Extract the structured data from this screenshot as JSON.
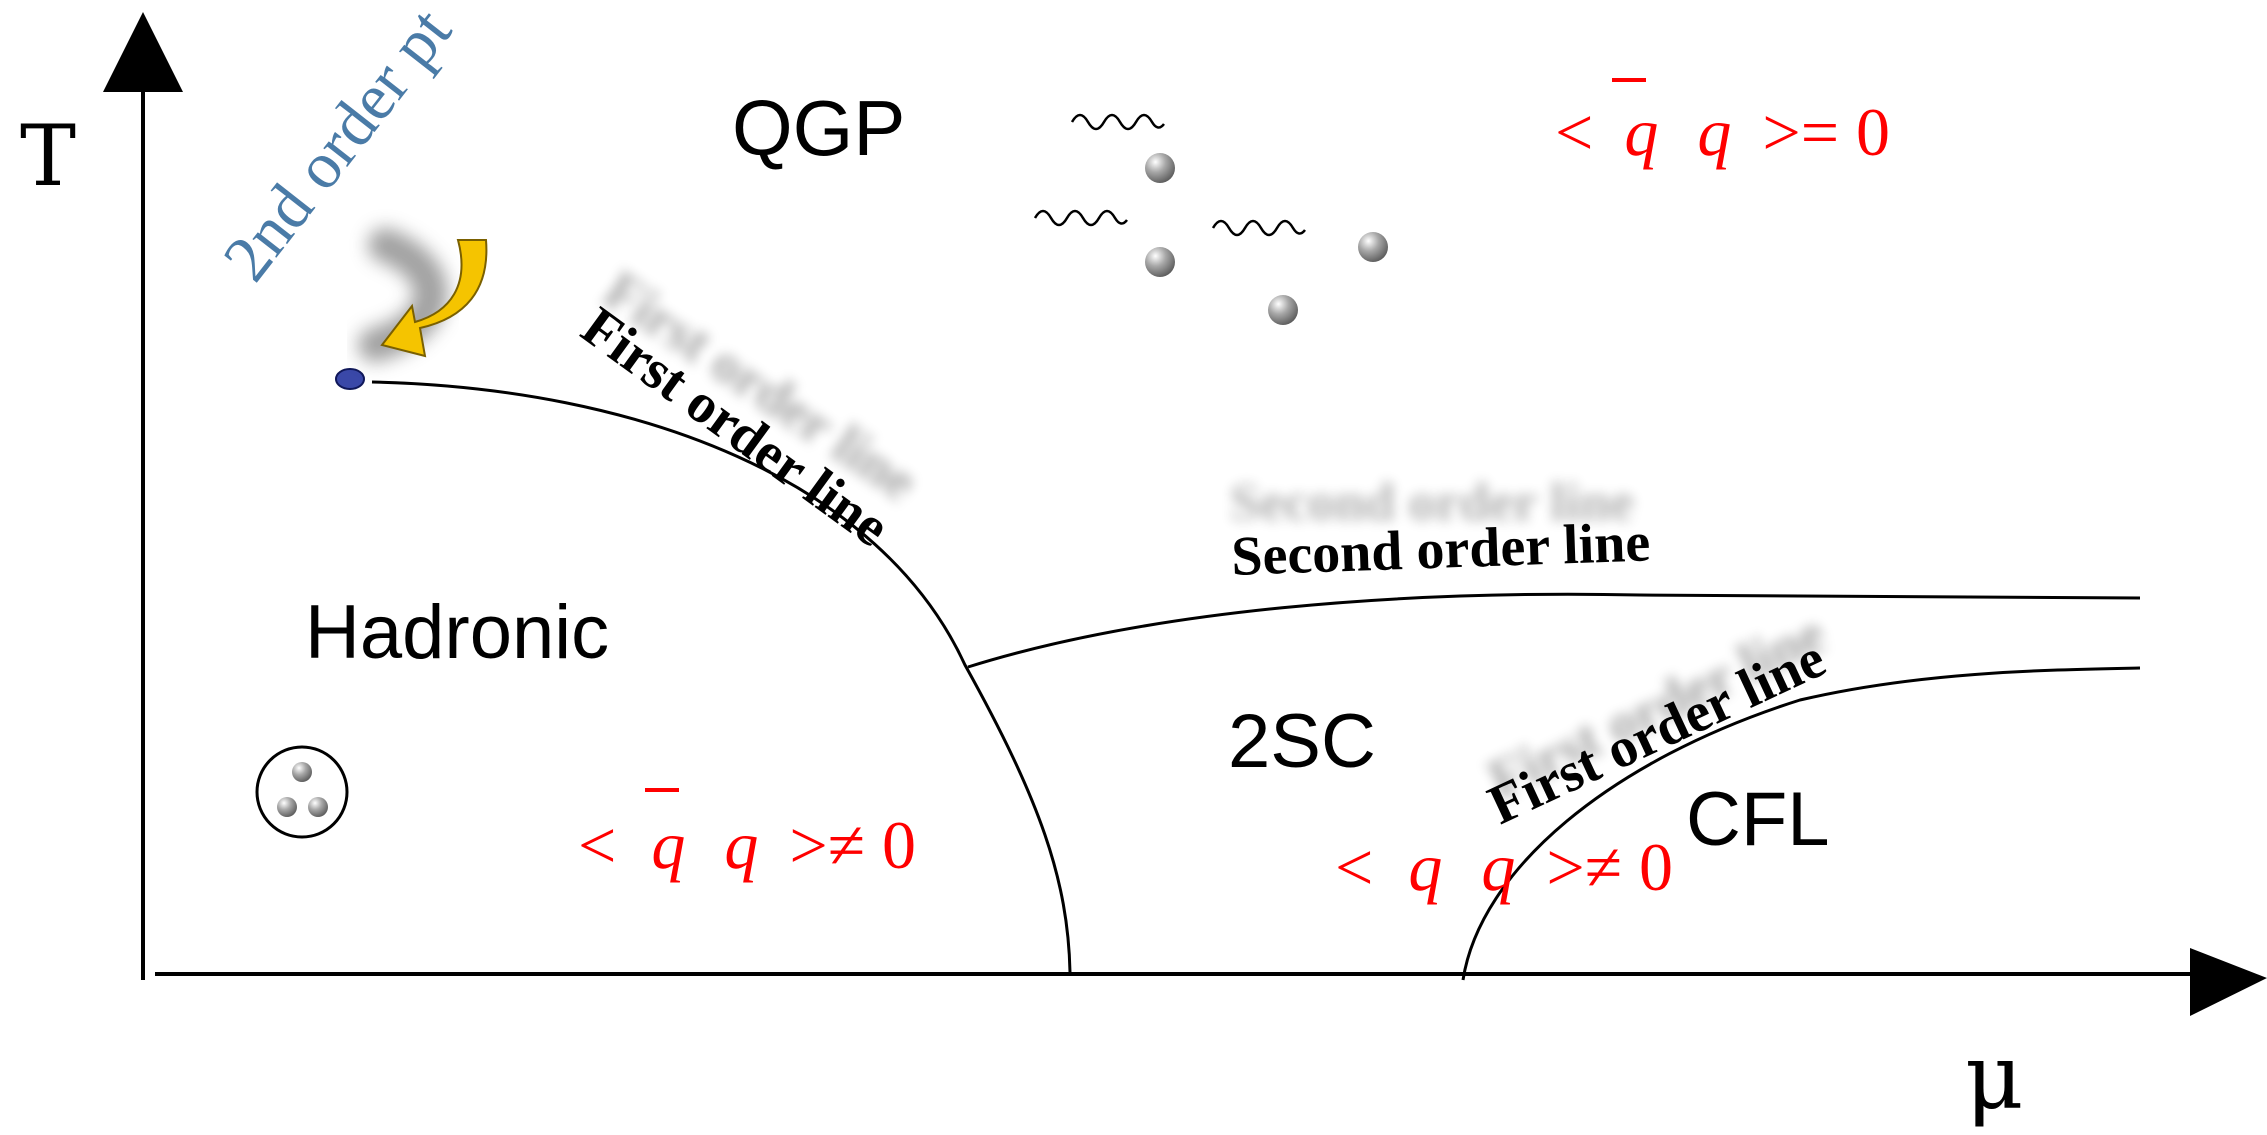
{
  "axes": {
    "y_label": "T",
    "x_label": "μ"
  },
  "regions": {
    "qgp": "QGP",
    "hadronic": "Hadronic",
    "two_sc": "2SC",
    "cfl": "CFL"
  },
  "lines": {
    "first_order_upper": "First order line",
    "second_order": "Second order line",
    "first_order_lower": "First order line"
  },
  "critical_point": {
    "label": "2nd order pt"
  },
  "condensates": {
    "qgp": {
      "open": "<",
      "q1": "q",
      "q2": "q",
      "rest": ">= 0"
    },
    "hadronic": {
      "open": "<",
      "q1": "q",
      "q2": "q",
      "rest": ">≠ 0"
    },
    "diquark": {
      "open": "<",
      "q1": "q",
      "q2": "q",
      "rest": ">≠ 0"
    }
  },
  "colors": {
    "condensate": "#ff0000",
    "critical_point_label": "#4a7ba7",
    "arrow_fill": "#f5c400",
    "critical_point_dot": "#3a48a8"
  },
  "icons": [
    "gluon-wave-icon",
    "quark-sphere-icon",
    "hadron-baryon-icon",
    "curved-pointer-arrow-icon"
  ]
}
